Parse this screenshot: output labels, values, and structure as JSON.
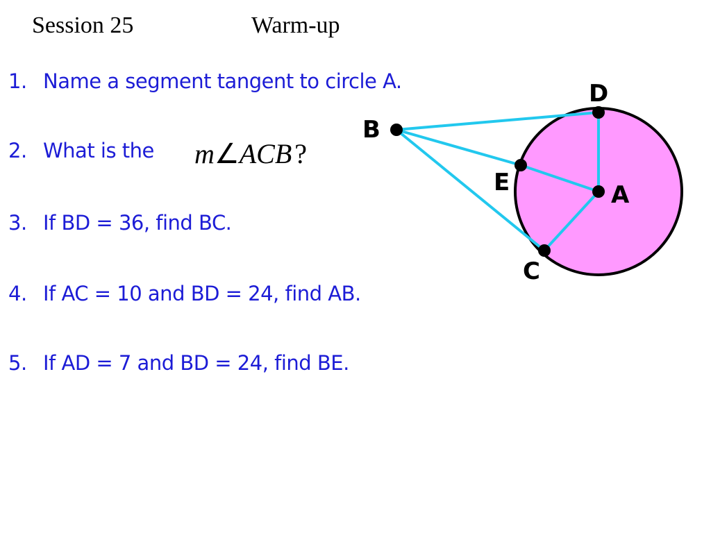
{
  "header": {
    "session": "Session 25",
    "subtitle": "Warm-up"
  },
  "questions": [
    {
      "number": "1.",
      "text": "Name a segment tangent to circle A."
    },
    {
      "number": "2.",
      "text": "What is the"
    },
    {
      "number": "3.",
      "text": "If BD = 36, find BC."
    },
    {
      "number": "4.",
      "text": "If AC = 10 and BD = 24, find AB."
    },
    {
      "number": "5.",
      "text": "If AD = 7 and BD = 24, find BE."
    }
  ],
  "angle_expression": {
    "prefix": "m",
    "angle_symbol": "∠",
    "angle": "ACB",
    "suffix": "?"
  },
  "diagram": {
    "labels": {
      "B": "B",
      "D": "D",
      "E": "E",
      "A": "A",
      "C": "C"
    },
    "colors": {
      "circle_fill": "#ff99ff",
      "circle_stroke": "#000000",
      "segments": "#22c8ee",
      "points": "#000000"
    }
  }
}
